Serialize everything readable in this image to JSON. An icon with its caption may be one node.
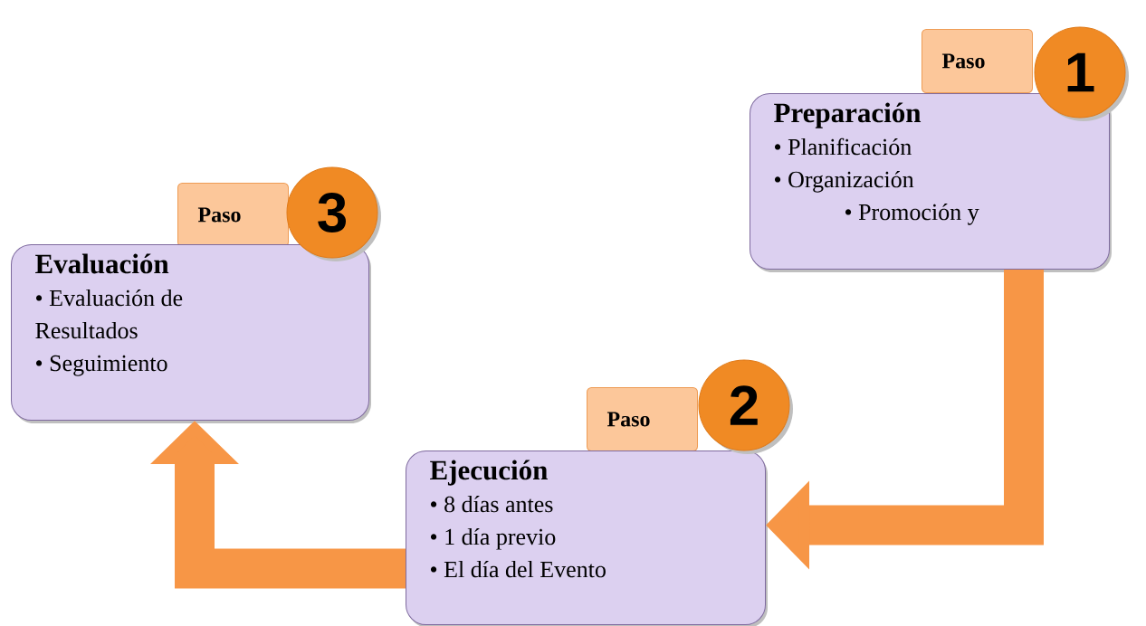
{
  "diagram": {
    "nodes": [
      {
        "text": [
          "Paso"
        ]
      },
      {
        "text": [
          "1"
        ]
      },
      {
        "text": [
          "Preparación",
          "• Planificación",
          "• Organización",
          "• Promoción y"
        ]
      },
      {
        "text": [
          "Paso"
        ]
      },
      {
        "text": [
          "2"
        ]
      },
      {
        "text": [
          "Ejecución",
          "• 8 días antes",
          "• 1 día previo",
          "• El día del Evento"
        ]
      },
      {
        "text": [
          "Paso"
        ]
      },
      {
        "text": [
          "3"
        ]
      },
      {
        "text": [
          "Evaluación",
          "• Evaluación de Resultados",
          "• Seguimiento"
        ]
      }
    ],
    "edges": [
      {
        "from": 2,
        "to": 5,
        "arrow": "to"
      },
      {
        "from": 5,
        "to": 8,
        "arrow": "to"
      }
    ]
  }
}
